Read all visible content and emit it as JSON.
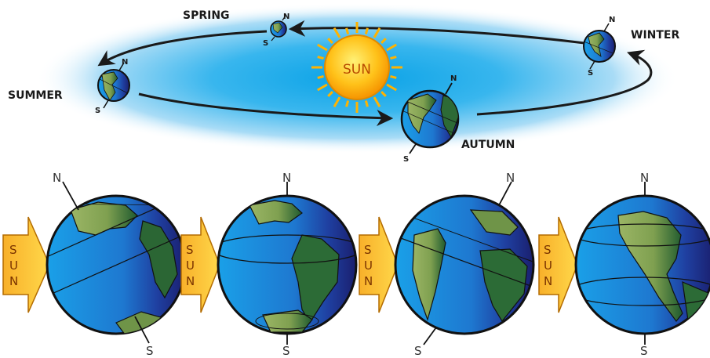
{
  "orbit": {
    "sun_label": "SUN",
    "seasons": {
      "spring": "SPRING",
      "summer": "SUMMER",
      "autumn": "AUTUMN",
      "winter": "WINTER"
    },
    "pole_north": "N",
    "pole_south": "S"
  },
  "bottom_panels": [
    {
      "arrow_letters": [
        "S",
        "U",
        "N"
      ],
      "pole_north": "N",
      "pole_south": "S"
    },
    {
      "arrow_letters": [
        "S",
        "U",
        "N"
      ],
      "pole_north": "N",
      "pole_south": "S"
    },
    {
      "arrow_letters": [
        "S",
        "U",
        "N"
      ],
      "pole_north": "N",
      "pole_south": "S"
    },
    {
      "arrow_letters": [
        "S",
        "U",
        "N"
      ],
      "pole_north": "N",
      "pole_south": "S"
    }
  ],
  "colors": {
    "ocean": "#1e88d8",
    "ocean_dark": "#1a237e",
    "land": "#8aa55a",
    "land_dark": "#2e6b2e",
    "sun_fill": "#ffc21a",
    "sun_rays": "#ffb300",
    "arrow_fill": "#f4a01c",
    "halo": "#3fb4ee"
  }
}
